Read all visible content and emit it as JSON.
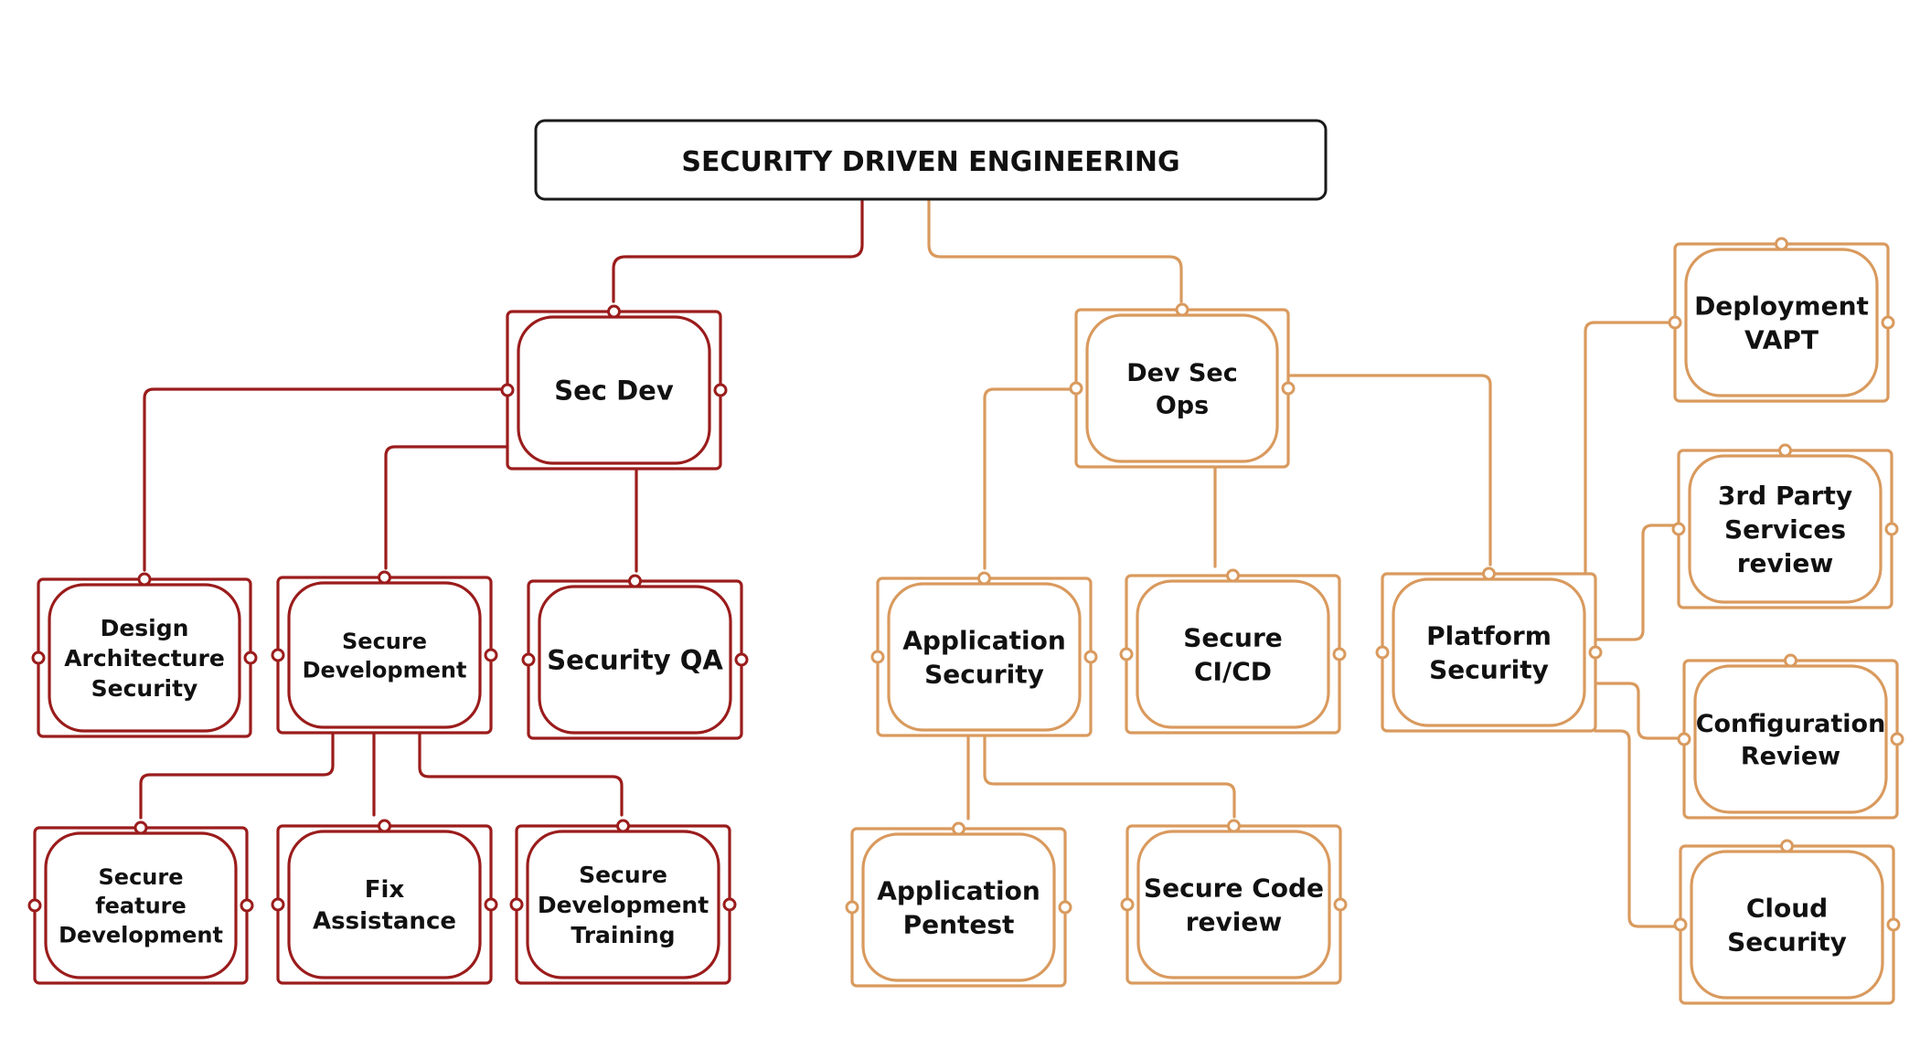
{
  "title": "SECURITY DRIVEN ENGINEERING",
  "colors": {
    "background": "#ffffff",
    "title_border": "#1a1a1a",
    "title_text": "#111111",
    "sec_dev": "#9b1c1c",
    "dev_sec_ops": "#d99a5e",
    "node_text": "#111111"
  },
  "sec_dev": {
    "label": "Sec Dev",
    "children": {
      "design": "Design Architecture Security",
      "secure_dev": "Secure Development",
      "security_qa": "Security QA"
    },
    "secure_dev_children": {
      "feature": "Secure feature Development",
      "fix": "Fix Assistance",
      "training": "Secure Development Training"
    }
  },
  "dev_sec_ops": {
    "label": "Dev Sec Ops",
    "children": {
      "app_security": "Application Security",
      "cicd": "Secure CI/CD",
      "platform": "Platform Security"
    },
    "app_security_children": {
      "pentest": "Application Pentest",
      "code_review": "Secure Code review"
    },
    "platform_children": {
      "vapt": "Deployment VAPT",
      "third_party": "3rd Party Services review",
      "config": "Configuration Review",
      "cloud": "Cloud Security"
    }
  }
}
